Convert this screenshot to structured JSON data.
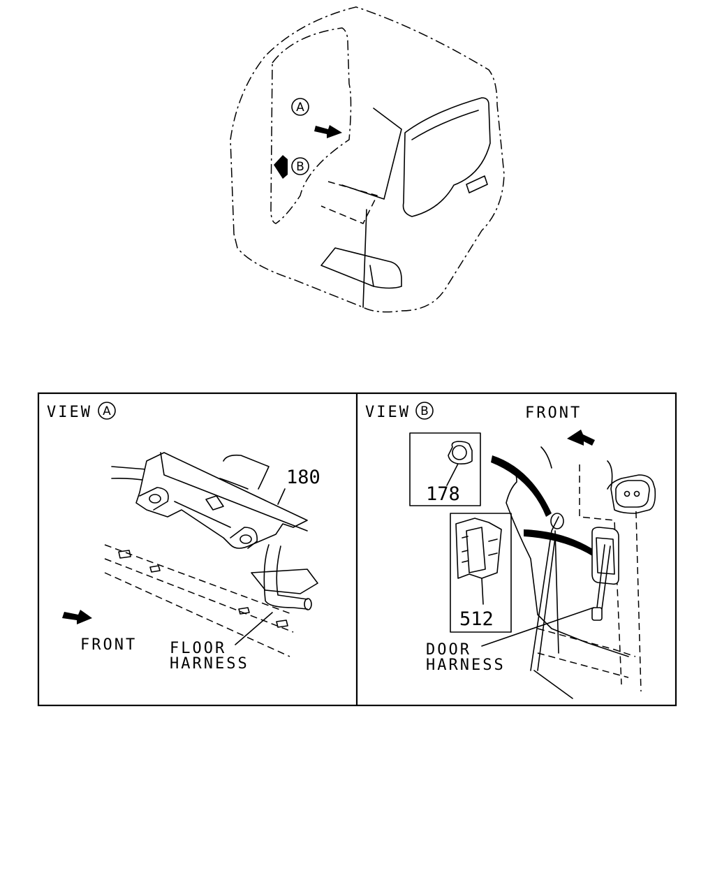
{
  "view_a": {
    "view_word": "VIEW",
    "view_letter": "A",
    "part_180": "180",
    "front": "FRONT",
    "floor_harness_line1": "FLOOR",
    "floor_harness_line2": "HARNESS"
  },
  "view_b": {
    "view_word": "VIEW",
    "view_letter": "B",
    "front": "FRONT",
    "part_178": "178",
    "part_512": "512",
    "door_harness_line1": "DOOR",
    "door_harness_line2": "HARNESS"
  },
  "overview": {
    "marker_a": "A",
    "marker_b": "B"
  },
  "icons": [
    "arrow-icon",
    "circled-letter-icon"
  ],
  "colors": {
    "line": "#000000",
    "background": "#ffffff"
  }
}
